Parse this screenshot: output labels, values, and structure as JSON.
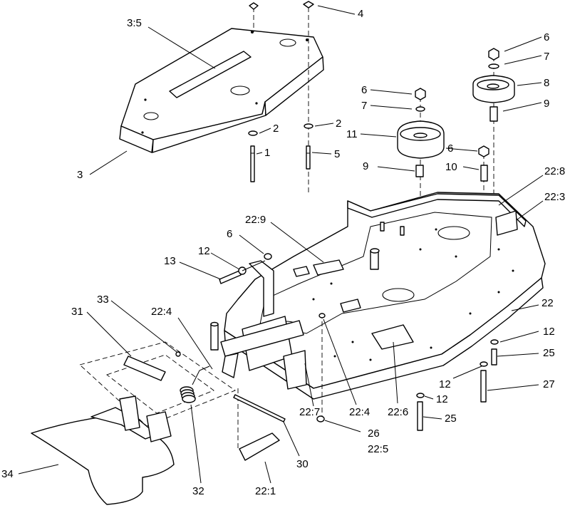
{
  "callouts": [
    {
      "id": "c-3-5",
      "text": "3:5"
    },
    {
      "id": "c-4",
      "text": "4"
    },
    {
      "id": "c-6a",
      "text": "6"
    },
    {
      "id": "c-7a",
      "text": "7"
    },
    {
      "id": "c-8",
      "text": "8"
    },
    {
      "id": "c-9a",
      "text": "9"
    },
    {
      "id": "c-6b",
      "text": "6"
    },
    {
      "id": "c-7b",
      "text": "7"
    },
    {
      "id": "c-11",
      "text": "11"
    },
    {
      "id": "c-2a",
      "text": "2"
    },
    {
      "id": "c-2b",
      "text": "2"
    },
    {
      "id": "c-1",
      "text": "1"
    },
    {
      "id": "c-5",
      "text": "5"
    },
    {
      "id": "c-3",
      "text": "3"
    },
    {
      "id": "c-6c",
      "text": "6"
    },
    {
      "id": "c-9b",
      "text": "9"
    },
    {
      "id": "c-10",
      "text": "10"
    },
    {
      "id": "c-22-8",
      "text": "22:8"
    },
    {
      "id": "c-22-3",
      "text": "22:3"
    },
    {
      "id": "c-22-9",
      "text": "22:9"
    },
    {
      "id": "c-6d",
      "text": "6"
    },
    {
      "id": "c-12a",
      "text": "12"
    },
    {
      "id": "c-13",
      "text": "13"
    },
    {
      "id": "c-22",
      "text": "22"
    },
    {
      "id": "c-33",
      "text": "33"
    },
    {
      "id": "c-22-4a",
      "text": "22:4"
    },
    {
      "id": "c-31",
      "text": "31"
    },
    {
      "id": "c-12b",
      "text": "12"
    },
    {
      "id": "c-25a",
      "text": "25"
    },
    {
      "id": "c-12c",
      "text": "12"
    },
    {
      "id": "c-27",
      "text": "27"
    },
    {
      "id": "c-22-4b",
      "text": "22:4"
    },
    {
      "id": "c-22-6",
      "text": "22:6"
    },
    {
      "id": "c-12d",
      "text": "12"
    },
    {
      "id": "c-25b",
      "text": "25"
    },
    {
      "id": "c-22-7",
      "text": "22:7"
    },
    {
      "id": "c-26",
      "text": "26"
    },
    {
      "id": "c-22-5",
      "text": "22:5"
    },
    {
      "id": "c-30",
      "text": "30"
    },
    {
      "id": "c-34",
      "text": "34"
    },
    {
      "id": "c-32",
      "text": "32"
    },
    {
      "id": "c-22-1",
      "text": "22:1"
    }
  ]
}
